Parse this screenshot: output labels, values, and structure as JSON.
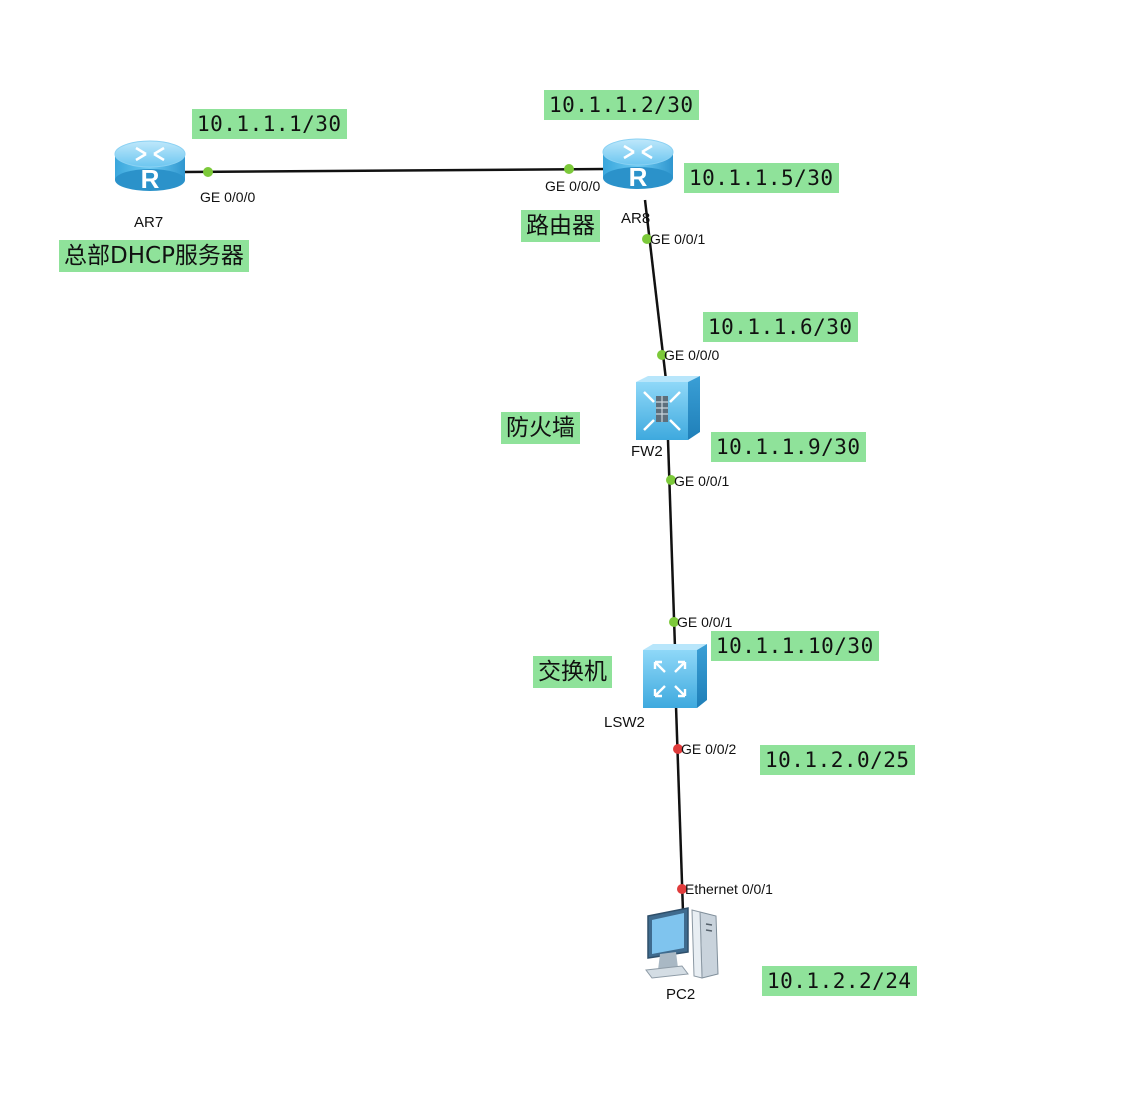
{
  "devices": [
    {
      "id": "ar7",
      "name": "AR7",
      "type": "router"
    },
    {
      "id": "ar8",
      "name": "AR8",
      "type": "router"
    },
    {
      "id": "fw2",
      "name": "FW2",
      "type": "firewall"
    },
    {
      "id": "lsw2",
      "name": "LSW2",
      "type": "switch"
    },
    {
      "id": "pc2",
      "name": "PC2",
      "type": "pc"
    }
  ],
  "ports": {
    "ar7_ge000": "GE 0/0/0",
    "ar8_ge000": "GE 0/0/0",
    "ar8_ge001": "GE 0/0/1",
    "fw2_ge000": "GE 0/0/0",
    "fw2_ge001": "GE 0/0/1",
    "lsw2_ge001": "GE 0/0/1",
    "lsw2_ge002": "GE 0/0/2",
    "pc2_eth001": "Ethernet 0/0/1"
  },
  "notes": {
    "ar7_ip": "10.1.1.1/30",
    "ar8_ip_left": "10.1.1.2/30",
    "ar8_ip_right": "10.1.1.5/30",
    "fw2_ip_top": "10.1.1.6/30",
    "fw2_ip_bottom": "10.1.1.9/30",
    "lsw2_ip": "10.1.1.10/30",
    "vlan_subnet": "10.1.2.0/25",
    "pc2_ip": "10.1.2.2/24",
    "hq_dhcp": "总部DHCP服务器",
    "router": "路由器",
    "firewall": "防火墙",
    "switch": "交换机"
  },
  "colors": {
    "note_bg": "#8fe29a",
    "port_up": "#7cc93a",
    "port_down": "#e03c3c",
    "device_blue": "#4fb8ea"
  }
}
